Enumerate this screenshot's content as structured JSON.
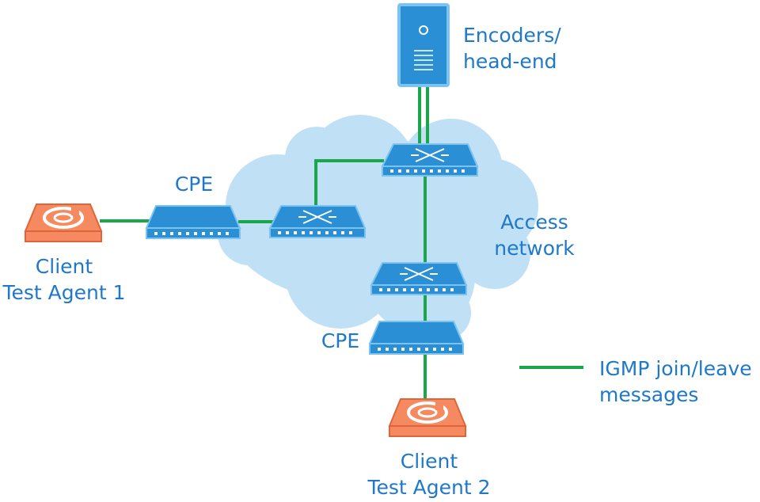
{
  "nodes": {
    "headend": {
      "line1": "Encoders/",
      "line2": "head-end"
    },
    "cloud": {
      "line1": "Access",
      "line2": "network"
    },
    "cpe1": {
      "label": "CPE"
    },
    "cpe2": {
      "label": "CPE"
    },
    "client1": {
      "line1": "Client",
      "line2": "Test Agent 1"
    },
    "client2": {
      "line1": "Client",
      "line2": "Test Agent 2"
    }
  },
  "legend": {
    "line1": "IGMP join/leave",
    "line2": "messages"
  },
  "colors": {
    "link": "#1aa64a",
    "device": "#2b8fd6",
    "device_edge": "#7cc3f0",
    "cloud": "#bfe0f5",
    "client": "#f58a60",
    "client_edge": "#e0643a",
    "text": "#1f78c8"
  },
  "icons": {
    "headend": "server-icon",
    "switch": "network-switch-icon",
    "cpe": "cpe-router-icon",
    "client": "test-agent-device-icon"
  }
}
